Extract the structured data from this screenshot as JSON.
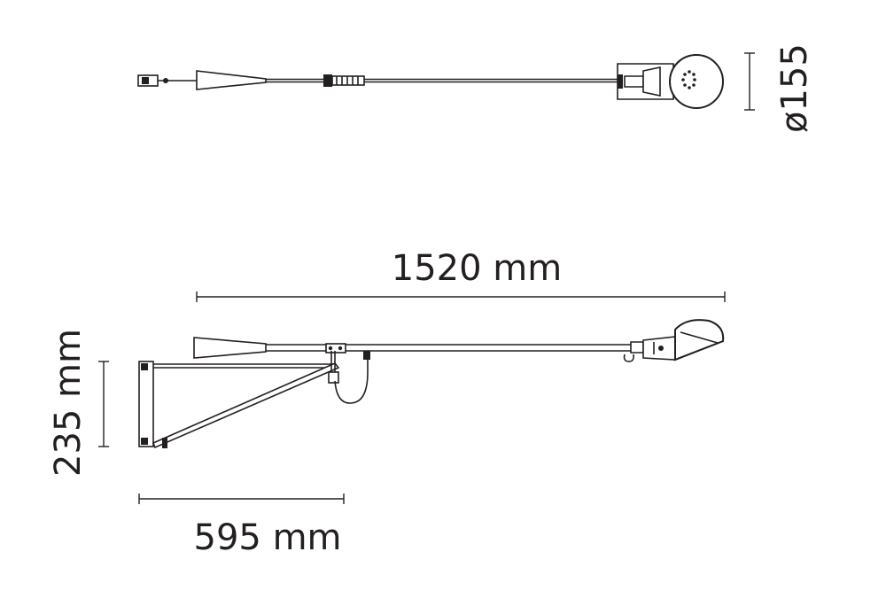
{
  "dimensions": {
    "head_diameter": "ø155",
    "total_length": "1520 mm",
    "height": "235 mm",
    "bracket_depth": "595 mm"
  },
  "colors": {
    "line": "#231f20",
    "background": "#ffffff"
  }
}
